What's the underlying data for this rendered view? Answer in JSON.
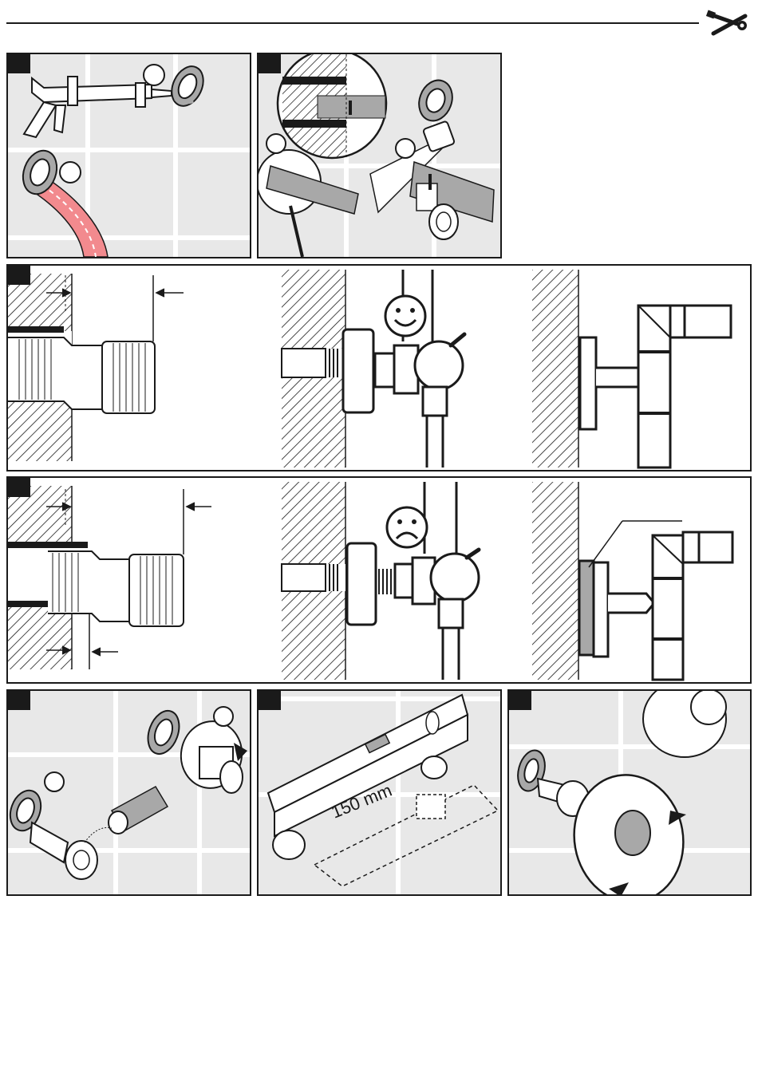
{
  "header": {
    "icon": "wrench-screwdriver-icon"
  },
  "steps": {
    "p1": {
      "marker_icon": "step-marker",
      "callouts": [
        "",
        ""
      ]
    },
    "p2": {
      "marker_icon": "step-marker",
      "callouts": [
        "",
        ""
      ]
    },
    "row_good": {
      "marker_icon": "step-marker",
      "face_icon": "smiley-happy-icon"
    },
    "row_bad": {
      "marker_icon": "step-marker",
      "face_icon": "smiley-sad-icon"
    },
    "p5": {
      "marker_icon": "step-marker",
      "callouts": [
        "",
        ""
      ]
    },
    "p6": {
      "marker_icon": "step-marker",
      "dimension": "150 mm"
    },
    "p7": {
      "marker_icon": "step-marker"
    }
  },
  "colors": {
    "tile_bg": "#e8e8e8",
    "grout": "#ffffff",
    "ink": "#1a1a1a",
    "hose": "#f28a8e",
    "gray_fill": "#a8a8a8"
  }
}
